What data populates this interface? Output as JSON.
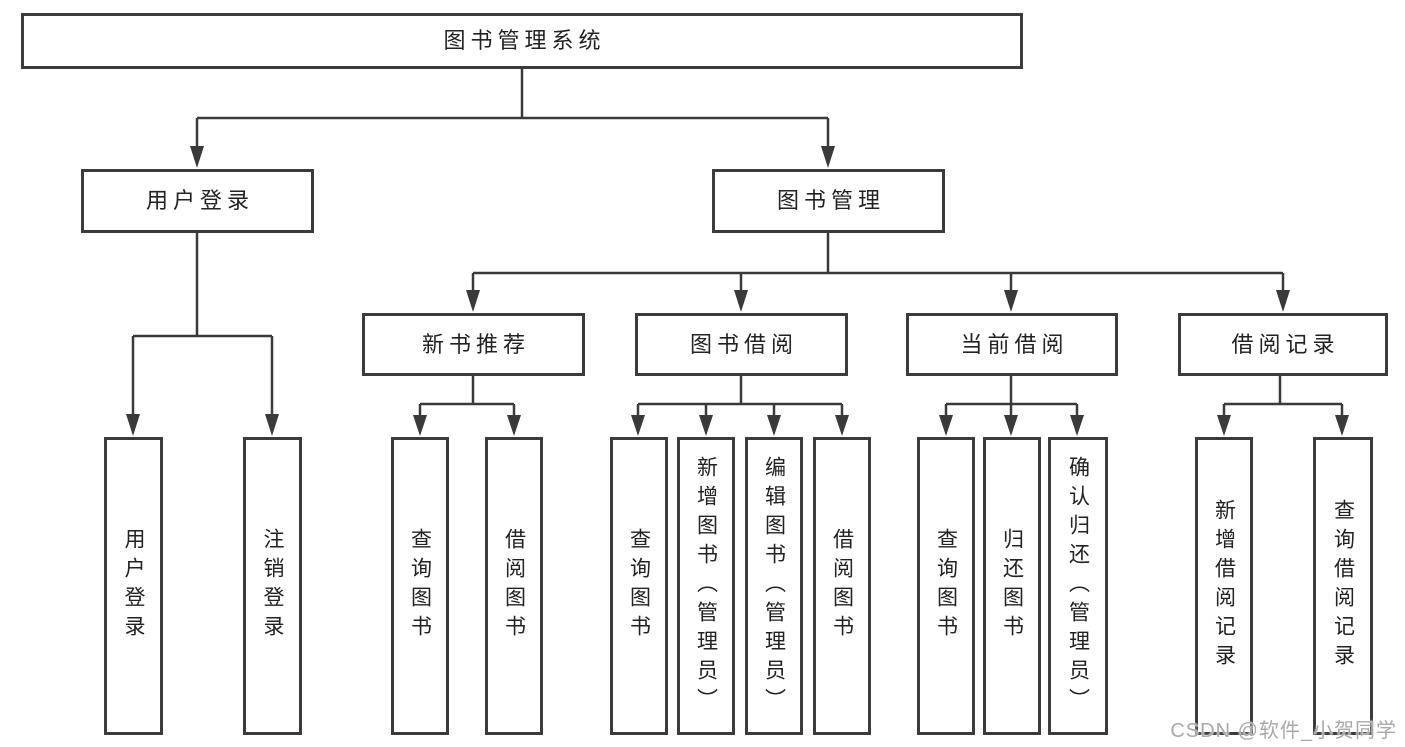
{
  "colors": {
    "line": "#3a3a3a",
    "box_border": "#3b3b3b",
    "text": "#222222",
    "background": "#ffffff",
    "watermark": "#a9a9a9"
  },
  "diagram": {
    "root": {
      "label": "图书管理系统"
    },
    "user": {
      "label": "用户登录",
      "leaves": [
        "用户登录",
        "注销登录"
      ]
    },
    "management": {
      "label": "图书管理",
      "sections": [
        {
          "label": "新书推荐",
          "leaves": [
            "查询图书",
            "借阅图书"
          ]
        },
        {
          "label": "图书借阅",
          "leaves": [
            "查询图书",
            "新增图书（管理员）",
            "编辑图书（管理员）",
            "借阅图书"
          ]
        },
        {
          "label": "当前借阅",
          "leaves": [
            "查询图书",
            "归还图书",
            "确认归还（管理员）"
          ]
        },
        {
          "label": "借阅记录",
          "leaves": [
            "新增借阅记录",
            "查询借阅记录"
          ]
        }
      ]
    }
  },
  "watermark": {
    "text": "CSDN @软件_小贺同学"
  }
}
